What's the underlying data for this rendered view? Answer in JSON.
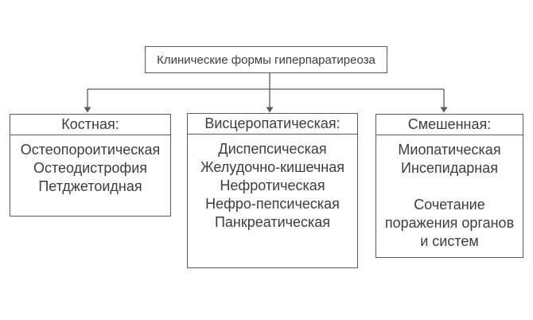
{
  "diagram": {
    "title_box": {
      "label": "Клинические формы гиперпаратиреоза"
    },
    "branches": [
      {
        "header": "Костная:",
        "lines": [
          "Остеопороитическая",
          "Остеодистрофия",
          "Петджетоидная"
        ]
      },
      {
        "header": "Висцеропатическая:",
        "lines": [
          "Диспепсическая",
          "Желудочно-кишечная",
          "Нефротическая",
          "Нефро-пепсическая",
          "Панкреатическая"
        ]
      },
      {
        "header": "Смешенная:",
        "lines": [
          "Миопатическая",
          "Инсепидарная",
          "",
          "Сочетание",
          "поражения органов",
          "и систем"
        ]
      }
    ],
    "colors": {
      "background": "#ffffff",
      "box_border": "#5a5a5a",
      "text": "#3d3d3d",
      "connector": "#5a5a5a"
    }
  }
}
